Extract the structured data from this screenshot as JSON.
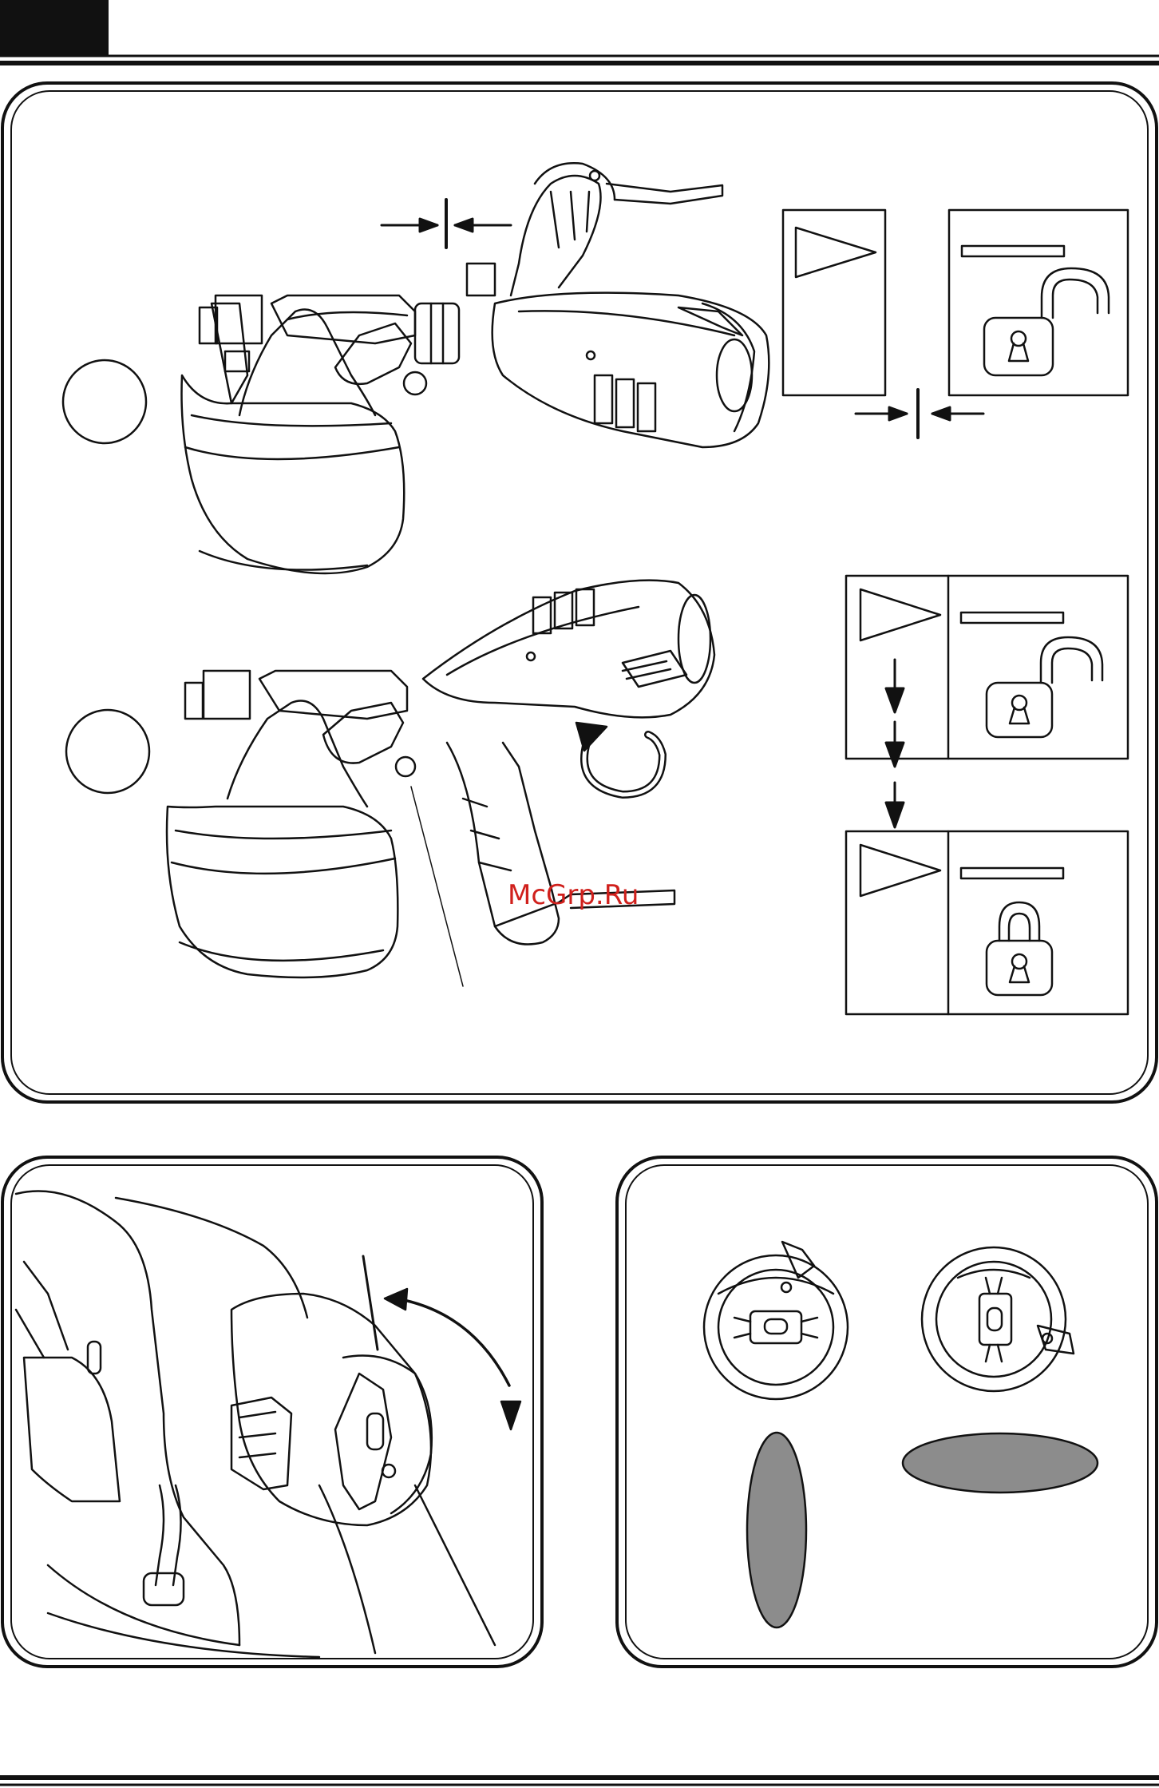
{
  "watermark": {
    "text": "McGrp.Ru"
  },
  "colors": {
    "ink": "#111111",
    "gray_fill": "#8c8c8c",
    "watermark": "#d0201c",
    "header_block": "#111111"
  },
  "icons": {
    "play_triangle": "play-triangle-icon",
    "lock_open": "padlock-open-icon",
    "lock_closed": "padlock-closed-icon",
    "arrow_down": "arrow-down-icon",
    "rotate_arrow": "rotate-arrow-icon"
  },
  "panels": {
    "top": {
      "steps": 2,
      "description": ""
    },
    "bottom_left": {
      "description": ""
    },
    "bottom_right": {
      "spray_patterns": [
        "vertical",
        "horizontal"
      ]
    }
  }
}
